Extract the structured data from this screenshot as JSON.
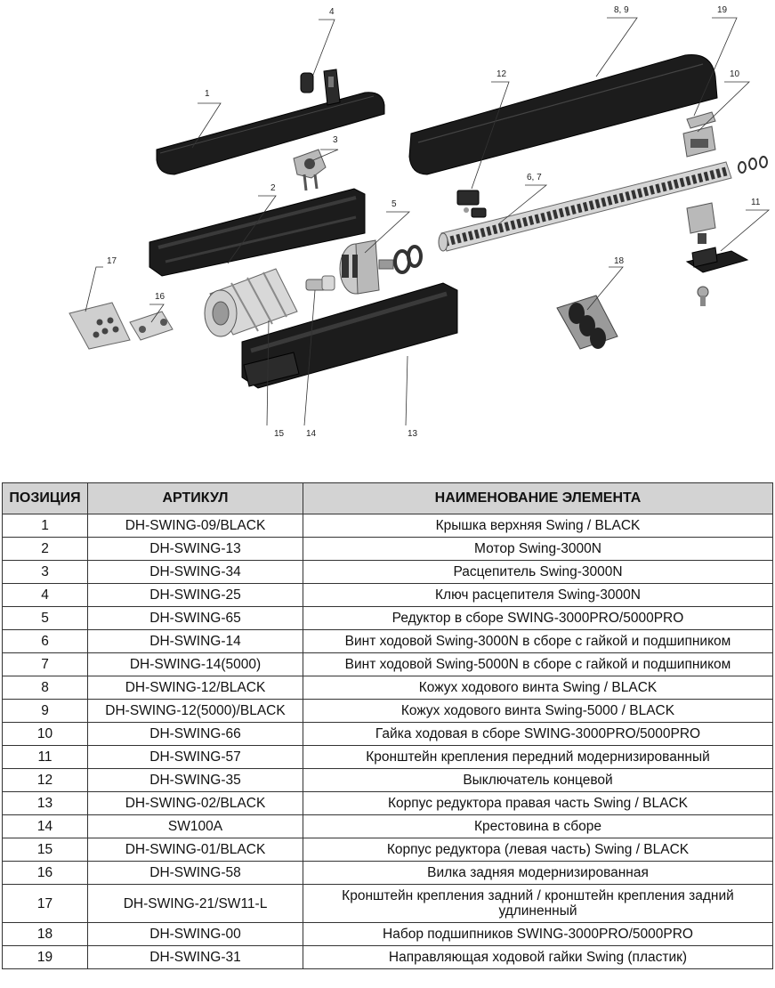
{
  "callouts": {
    "c1": "1",
    "c2": "2",
    "c3": "3",
    "c4": "4",
    "c5": "5",
    "c67": "6, 7",
    "c89": "8, 9",
    "c10": "10",
    "c11": "11",
    "c12": "12",
    "c13": "13",
    "c14": "14",
    "c15": "15",
    "c16": "16",
    "c17": "17",
    "c18": "18",
    "c19": "19"
  },
  "table": {
    "headers": [
      "ПОЗИЦИЯ",
      "АРТИКУЛ",
      "НАИМЕНОВАНИЕ ЭЛЕМЕНТА"
    ],
    "rows": [
      {
        "pos": "1",
        "sku": "DH-SWING-09/BLACK",
        "name": "Крышка верхняя Swing / BLACK"
      },
      {
        "pos": "2",
        "sku": "DH-SWING-13",
        "name": "Мотор Swing-3000N"
      },
      {
        "pos": "3",
        "sku": "DH-SWING-34",
        "name": "Расцепитель Swing-3000N"
      },
      {
        "pos": "4",
        "sku": "DH-SWING-25",
        "name": "Ключ расцепителя Swing-3000N"
      },
      {
        "pos": "5",
        "sku": "DH-SWING-65",
        "name": "Редуктор в сборе SWING-3000PRO/5000PRO"
      },
      {
        "pos": "6",
        "sku": "DH-SWING-14",
        "name": "Винт ходовой Swing-3000N в сборе с гайкой и подшипником"
      },
      {
        "pos": "7",
        "sku": "DH-SWING-14(5000)",
        "name": "Винт ходовой Swing-5000N в сборе с гайкой и подшипником"
      },
      {
        "pos": "8",
        "sku": "DH-SWING-12/BLACK",
        "name": "Кожух ходового винта Swing / BLACK"
      },
      {
        "pos": "9",
        "sku": "DH-SWING-12(5000)/BLACK",
        "name": "Кожух ходового винта Swing-5000 / BLACK"
      },
      {
        "pos": "10",
        "sku": "DH-SWING-66",
        "name": "Гайка ходовая в сборе SWING-3000PRO/5000PRO"
      },
      {
        "pos": "11",
        "sku": "DH-SWING-57",
        "name": "Кронштейн крепления передний модернизированный"
      },
      {
        "pos": "12",
        "sku": "DH-SWING-35",
        "name": "Выключатель концевой"
      },
      {
        "pos": "13",
        "sku": "DH-SWING-02/BLACK",
        "name": "Корпус редуктора правая часть Swing / BLACK"
      },
      {
        "pos": "14",
        "sku": "SW100A",
        "name": "Крестовина в сборе"
      },
      {
        "pos": "15",
        "sku": "DH-SWING-01/BLACK",
        "name": "Корпус редуктора (левая часть) Swing / BLACK"
      },
      {
        "pos": "16",
        "sku": "DH-SWING-58",
        "name": "Вилка задняя модернизированная"
      },
      {
        "pos": "17",
        "sku": "DH-SWING-21/SW11-L",
        "name": "Кронштейн крепления задний / кронштейн крепления задний удлиненный"
      },
      {
        "pos": "18",
        "sku": "DH-SWING-00",
        "name": "Набор подшипников SWING-3000PRO/5000PRO"
      },
      {
        "pos": "19",
        "sku": "DH-SWING-31",
        "name": "Направляющая ходовой гайки Swing (пластик)"
      }
    ]
  }
}
